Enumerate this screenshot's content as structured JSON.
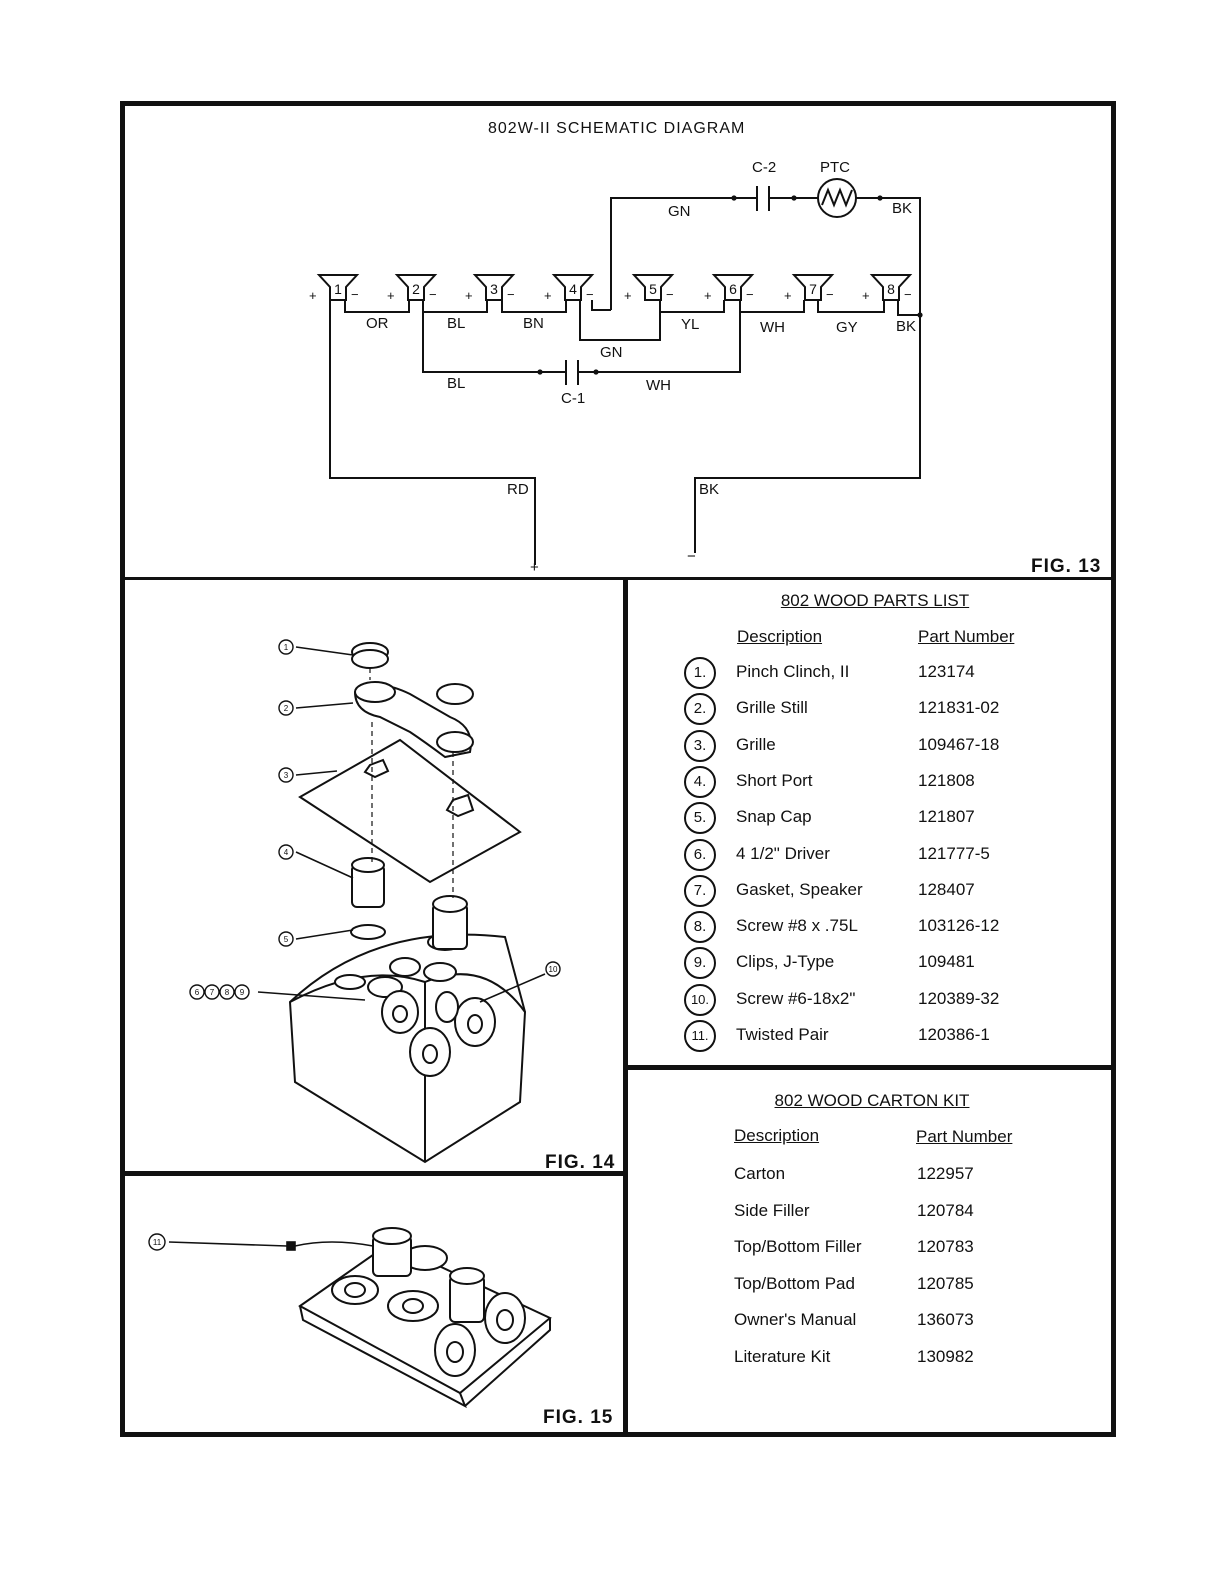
{
  "schematic": {
    "title": "802W-II  SCHEMATIC  DIAGRAM",
    "fig": "FIG. 13",
    "labels": {
      "c2": "C-2",
      "ptc": "PTC",
      "gn_top": "GN",
      "bk_top": "BK",
      "or": "OR",
      "bl1": "BL",
      "bn": "BN",
      "gn_mid": "GN",
      "yl": "YL",
      "wh1": "WH",
      "gy": "GY",
      "bk_right": "BK",
      "bl2": "BL",
      "c1": "C-1",
      "wh2": "WH",
      "rd": "RD",
      "bk_bottom": "BK",
      "plus": "+",
      "minus": "−"
    },
    "speakers": [
      "1",
      "2",
      "3",
      "4",
      "5",
      "6",
      "7",
      "8"
    ],
    "pol_plus": "+",
    "pol_minus": "−"
  },
  "fig14": {
    "fig": "FIG. 14",
    "callouts": [
      "1",
      "2",
      "3",
      "4",
      "5",
      "10"
    ],
    "group_callouts": [
      "6",
      "7",
      "8",
      "9"
    ]
  },
  "fig15": {
    "fig": "FIG. 15",
    "callout": "11"
  },
  "parts_list": {
    "title": "802 WOOD PARTS LIST",
    "col_desc": "Description",
    "col_pn": "Part Number",
    "items": [
      {
        "n": "1.",
        "desc": "Pinch Clinch, II",
        "pn": "123174"
      },
      {
        "n": "2.",
        "desc": "Grille Still",
        "pn": "121831-02"
      },
      {
        "n": "3.",
        "desc": "Grille",
        "pn": "109467-18"
      },
      {
        "n": "4.",
        "desc": "Short Port",
        "pn": "121808"
      },
      {
        "n": "5.",
        "desc": "Snap Cap",
        "pn": "121807"
      },
      {
        "n": "6.",
        "desc": "4 1/2\" Driver",
        "pn": "121777-5"
      },
      {
        "n": "7.",
        "desc": "Gasket, Speaker",
        "pn": "128407"
      },
      {
        "n": "8.",
        "desc": "Screw #8 x .75L",
        "pn": "103126-12"
      },
      {
        "n": "9.",
        "desc": "Clips, J-Type",
        "pn": "109481"
      },
      {
        "n": "10.",
        "desc": "Screw #6-18x2\"",
        "pn": "120389-32"
      },
      {
        "n": "11.",
        "desc": "Twisted Pair",
        "pn": "120386-1"
      }
    ]
  },
  "carton_kit": {
    "title": "802 WOOD CARTON KIT",
    "col_desc": "Description",
    "col_pn": "Part Number",
    "items": [
      {
        "desc": "Carton",
        "pn": "122957"
      },
      {
        "desc": "Side Filler",
        "pn": "120784"
      },
      {
        "desc": "Top/Bottom Filler",
        "pn": "120783"
      },
      {
        "desc": "Top/Bottom Pad",
        "pn": "120785"
      },
      {
        "desc": "Owner's Manual",
        "pn": "136073"
      },
      {
        "desc": "Literature Kit",
        "pn": "130982"
      }
    ]
  }
}
